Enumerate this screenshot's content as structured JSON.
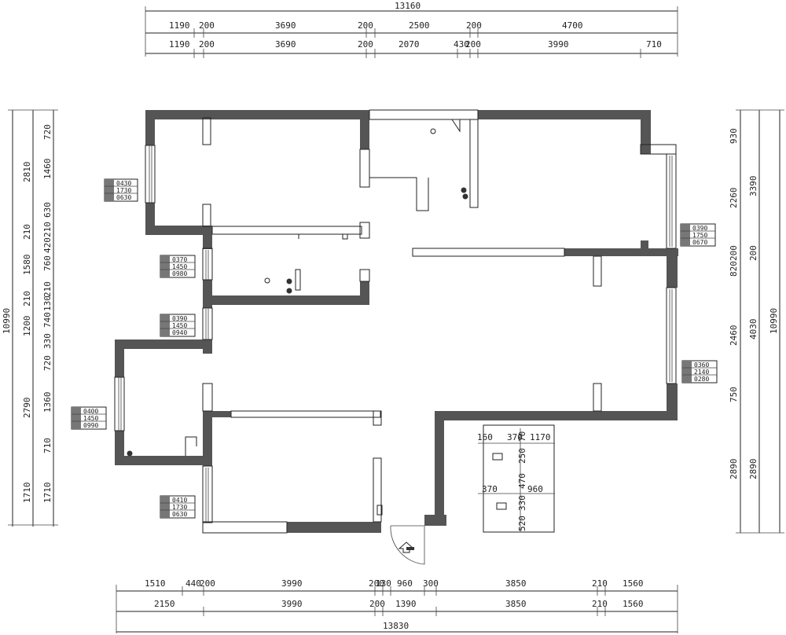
{
  "dimensions": {
    "top_total": "13160",
    "top_row1": [
      "1190",
      "200",
      "3690",
      "200",
      "2500",
      "200",
      "4700"
    ],
    "top_row2": [
      "1190",
      "200",
      "3690",
      "200",
      "2070",
      "430",
      "200",
      "3990",
      "710"
    ],
    "bottom_row1": [
      "1510",
      "440",
      "200",
      "3990",
      "200",
      "130",
      "960",
      "300",
      "3850",
      "210",
      "1560"
    ],
    "bottom_row2": [
      "2150",
      "3990",
      "200",
      "1390",
      "3850",
      "210",
      "1560"
    ],
    "bottom_total": "13830",
    "left_total": "10990",
    "left_col1": [
      "2810",
      "210",
      "1580",
      "210",
      "1200",
      "2790",
      "1710"
    ],
    "left_col2": [
      "720",
      "1460",
      "630",
      "210",
      "420",
      "760",
      "210",
      "130",
      "740",
      "330",
      "720",
      "1360",
      "710",
      "1710"
    ],
    "right_total": "10990",
    "right_col1": [
      "930",
      "2260",
      "820",
      "200",
      "2460",
      "750",
      "2890"
    ],
    "right_col2": [
      "3390",
      "200",
      "4030",
      "2890"
    ]
  },
  "window_tags": [
    {
      "id": "w1",
      "values": [
        "0430",
        "1730",
        "0630"
      ]
    },
    {
      "id": "w2",
      "values": [
        "0370",
        "1450",
        "0980"
      ]
    },
    {
      "id": "w3",
      "values": [
        "0390",
        "1450",
        "0940"
      ]
    },
    {
      "id": "w4",
      "values": [
        "0400",
        "1450",
        "0990"
      ]
    },
    {
      "id": "w5",
      "values": [
        "0410",
        "1730",
        "0630"
      ]
    },
    {
      "id": "w6",
      "values": [
        "0390",
        "1750",
        "0670"
      ]
    },
    {
      "id": "w7",
      "values": [
        "0360",
        "2140",
        "0280"
      ]
    }
  ],
  "detail": {
    "top": [
      "160",
      "370",
      "1170"
    ],
    "mid": [
      "370",
      "960"
    ],
    "vertical": [
      "250",
      "70",
      "470",
      "330",
      "520"
    ]
  },
  "colors": {
    "wall": "#555555",
    "line": "#222222",
    "background": "#ffffff"
  }
}
